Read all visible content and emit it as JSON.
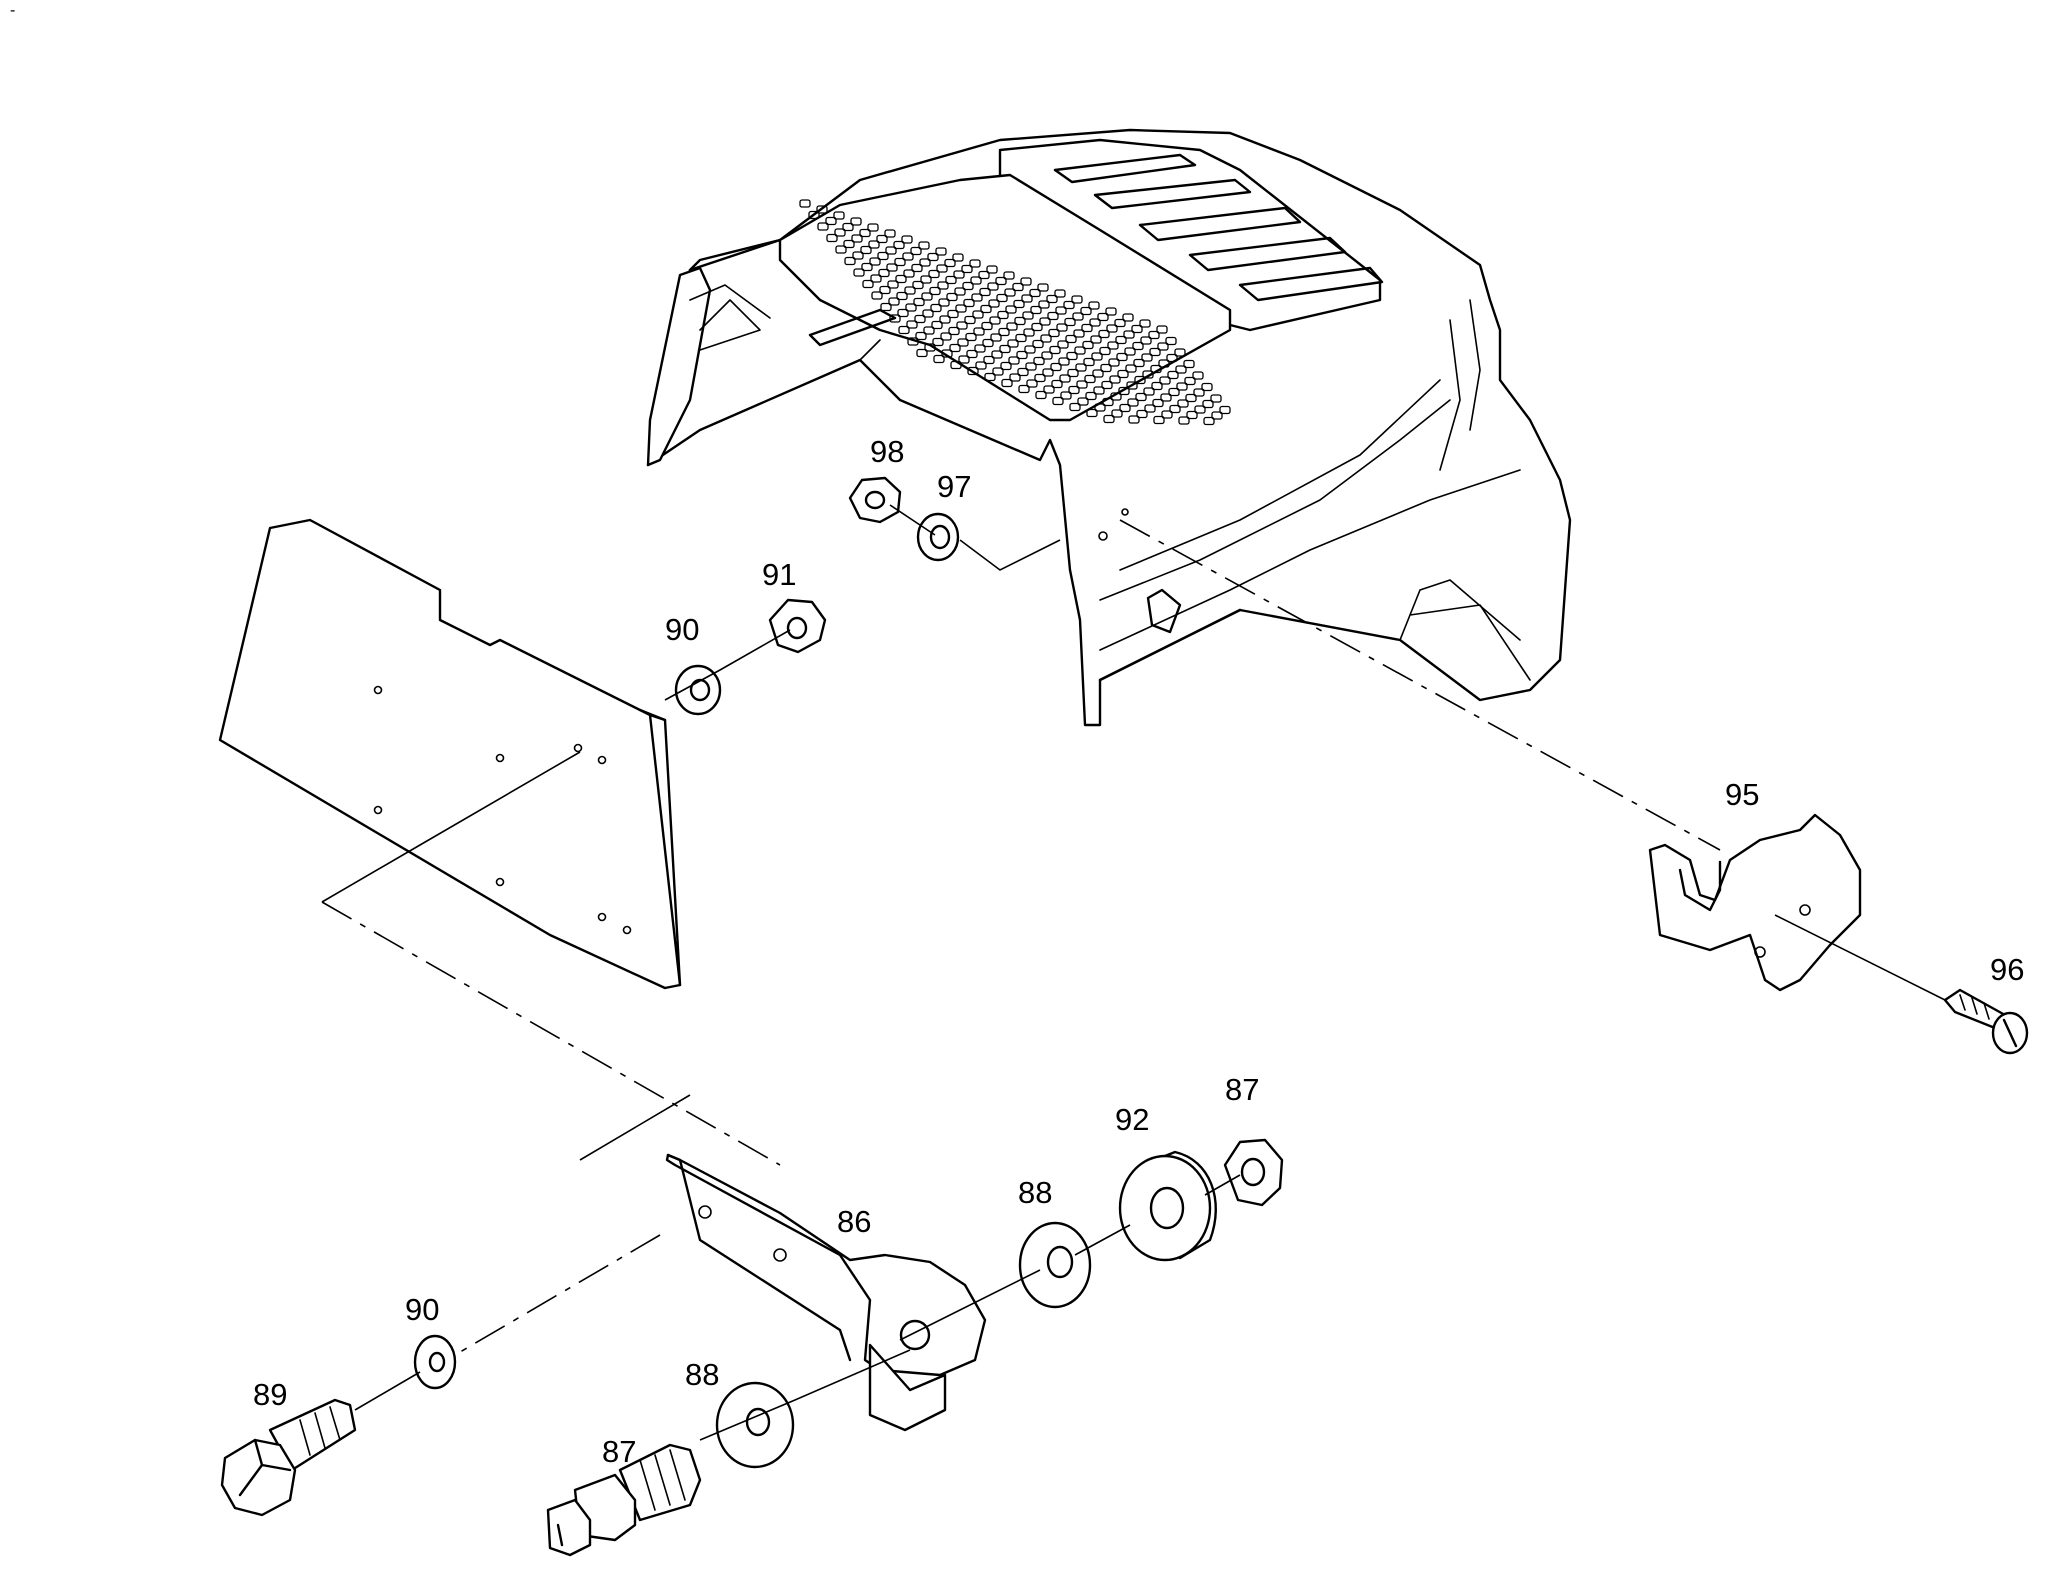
{
  "corner_mark": "-",
  "parts": [
    {
      "id": "label-86",
      "text": "86"
    },
    {
      "id": "label-87-top",
      "text": "87"
    },
    {
      "id": "label-87-bottom",
      "text": "87"
    },
    {
      "id": "label-88-right",
      "text": "88"
    },
    {
      "id": "label-88-left",
      "text": "88"
    },
    {
      "id": "label-89",
      "text": "89"
    },
    {
      "id": "label-90-top",
      "text": "90"
    },
    {
      "id": "label-90-bottom",
      "text": "90"
    },
    {
      "id": "label-91",
      "text": "91"
    },
    {
      "id": "label-92",
      "text": "92"
    },
    {
      "id": "label-95",
      "text": "95"
    },
    {
      "id": "label-96",
      "text": "96"
    },
    {
      "id": "label-97",
      "text": "97"
    },
    {
      "id": "label-98",
      "text": "98"
    }
  ]
}
